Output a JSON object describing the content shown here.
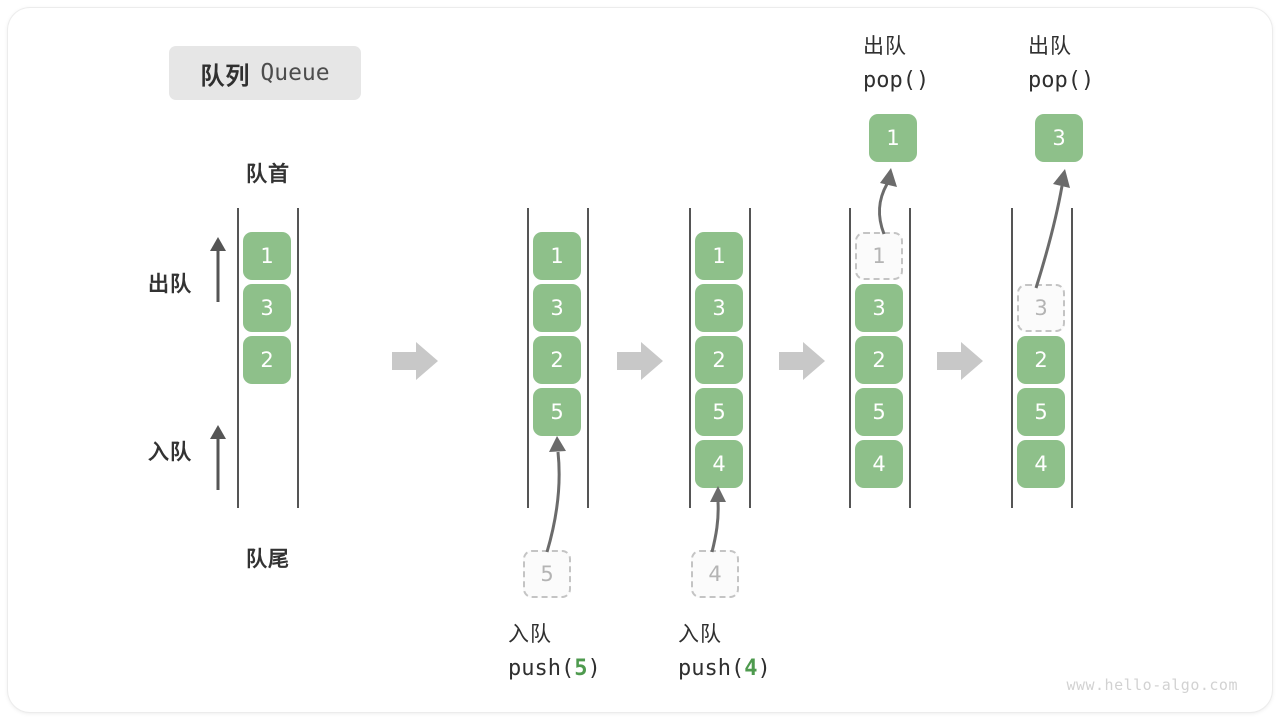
{
  "title": {
    "cn": "队列",
    "en": "Queue"
  },
  "labels": {
    "head": "队首",
    "tail": "队尾",
    "dequeue": "出队",
    "enqueue": "入队"
  },
  "operations": [
    {
      "cn": "入队",
      "code_prefix": "push(",
      "code_num": "5",
      "code_suffix": ")"
    },
    {
      "cn": "入队",
      "code_prefix": "push(",
      "code_num": "4",
      "code_suffix": ")"
    },
    {
      "cn": "出队",
      "code_prefix": "pop(",
      "code_num": "",
      "code_suffix": ")"
    },
    {
      "cn": "出队",
      "code_prefix": "pop(",
      "code_num": "",
      "code_suffix": ")"
    }
  ],
  "columns": [
    {
      "name": "initial",
      "cells": [
        "1",
        "3",
        "2"
      ],
      "ghost_index": -1
    },
    {
      "name": "after-push-5",
      "cells": [
        "1",
        "3",
        "2",
        "5"
      ],
      "ghost_index": -1
    },
    {
      "name": "after-push-4",
      "cells": [
        "1",
        "3",
        "2",
        "5",
        "4"
      ],
      "ghost_index": -1
    },
    {
      "name": "after-pop-1",
      "cells": [
        "1",
        "3",
        "2",
        "5",
        "4"
      ],
      "ghost_index": 0
    },
    {
      "name": "after-pop-3",
      "cells": [
        "3",
        "2",
        "5",
        "4"
      ],
      "ghost_index": 0
    }
  ],
  "pending": [
    {
      "name": "pending-push-5",
      "value": "5"
    },
    {
      "name": "pending-push-4",
      "value": "4"
    }
  ],
  "popped": [
    {
      "name": "popped-1",
      "value": "1"
    },
    {
      "name": "popped-3",
      "value": "3"
    }
  ],
  "colors": {
    "cell_fill": "#8ec08a",
    "ghost_border": "#c4c4c4",
    "ghost_text": "#b4b4b4",
    "rail": "#555555",
    "step_arrow": "#c8c8c8",
    "accent_num": "#4e9a4e",
    "chip_bg": "#e6e6e6"
  },
  "watermark": "www.hello-algo.com"
}
